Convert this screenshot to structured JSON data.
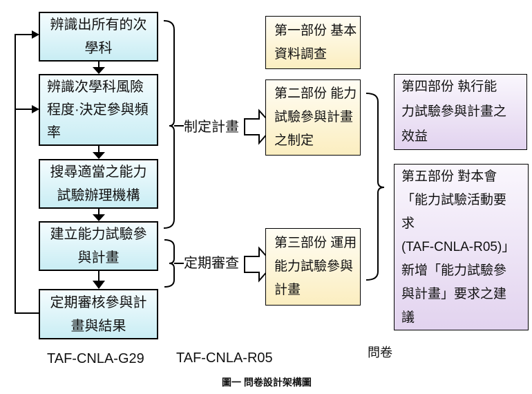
{
  "diagram": {
    "caption": "圖一 問卷設計架構圖",
    "flow_column": {
      "doc_label": "TAF-CNLA-G29",
      "boxes": [
        {
          "lines": [
            "辨識出所有的次",
            "學科"
          ]
        },
        {
          "lines": [
            "辨識次學科風險",
            "程度·決定參與頻",
            "率"
          ]
        },
        {
          "lines": [
            "搜尋適當之能力",
            "試驗辦理機構"
          ]
        },
        {
          "lines": [
            "建立能力試驗參",
            "與計畫"
          ]
        },
        {
          "lines": [
            "定期審核參與計",
            "畫與結果"
          ]
        }
      ]
    },
    "stage_labels": {
      "plan": "制定計畫",
      "review": "定期審查"
    },
    "questionnaire_column": {
      "doc_label": "TAF-CNLA-R05",
      "boxes": [
        {
          "lines": [
            "第一部份 基本",
            "資料調查"
          ]
        },
        {
          "lines": [
            "第二部份 能力",
            "試驗參與計畫",
            "之制定"
          ]
        },
        {
          "lines": [
            "第三部份 運用",
            "能力試驗參與",
            "計畫"
          ]
        }
      ]
    },
    "result_column": {
      "doc_label": "問卷",
      "boxes": [
        {
          "lines": [
            "第四部份 執行能",
            "力試驗參與計畫之",
            "效益"
          ]
        },
        {
          "lines": [
            "第五部份 對本會",
            "「能力試驗活動要",
            "求",
            "(TAF-CNLA-R05)」",
            "新增「能力試驗參",
            "與計畫」要求之建",
            "議"
          ]
        }
      ]
    },
    "colors": {
      "flow-top": "#f4fcfe",
      "flow-bottom": "#c9edf4",
      "part-top": "#fffdf4",
      "part-bottom": "#fbeec0",
      "result-top": "#faf7fd",
      "result-bottom": "#e2d3ef",
      "stroke": "#000000"
    }
  }
}
